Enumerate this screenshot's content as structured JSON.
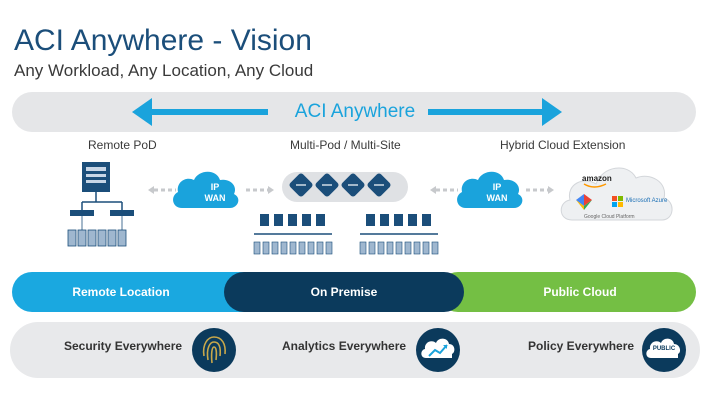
{
  "title": "ACI Anywhere - Vision",
  "subtitle": "Any Workload, Any Location, Any Cloud",
  "anywhere_bar": {
    "label": "ACI Anywhere"
  },
  "columns": {
    "remote_pod": "Remote PoD",
    "multi_pod": "Multi-Pod / Multi-Site",
    "hybrid_cloud": "Hybrid Cloud Extension"
  },
  "ip_wan": {
    "line1": "IP",
    "line2": "WAN"
  },
  "cloud_logos": {
    "amazon": "amazon",
    "azure": "Microsoft Azure",
    "google": "Google Cloud Platform"
  },
  "bands": {
    "remote": "Remote Location",
    "onprem": "On Premise",
    "public": "Public Cloud"
  },
  "everywhere": {
    "security": "Security Everywhere",
    "analytics": "Analytics Everywhere",
    "policy": "Policy Everywhere",
    "public_badge": "PUBLIC"
  },
  "colors": {
    "title": "#1b4e7a",
    "accent_blue": "#1aa3dc",
    "navy": "#0b3a5c",
    "green": "#74bf44"
  }
}
